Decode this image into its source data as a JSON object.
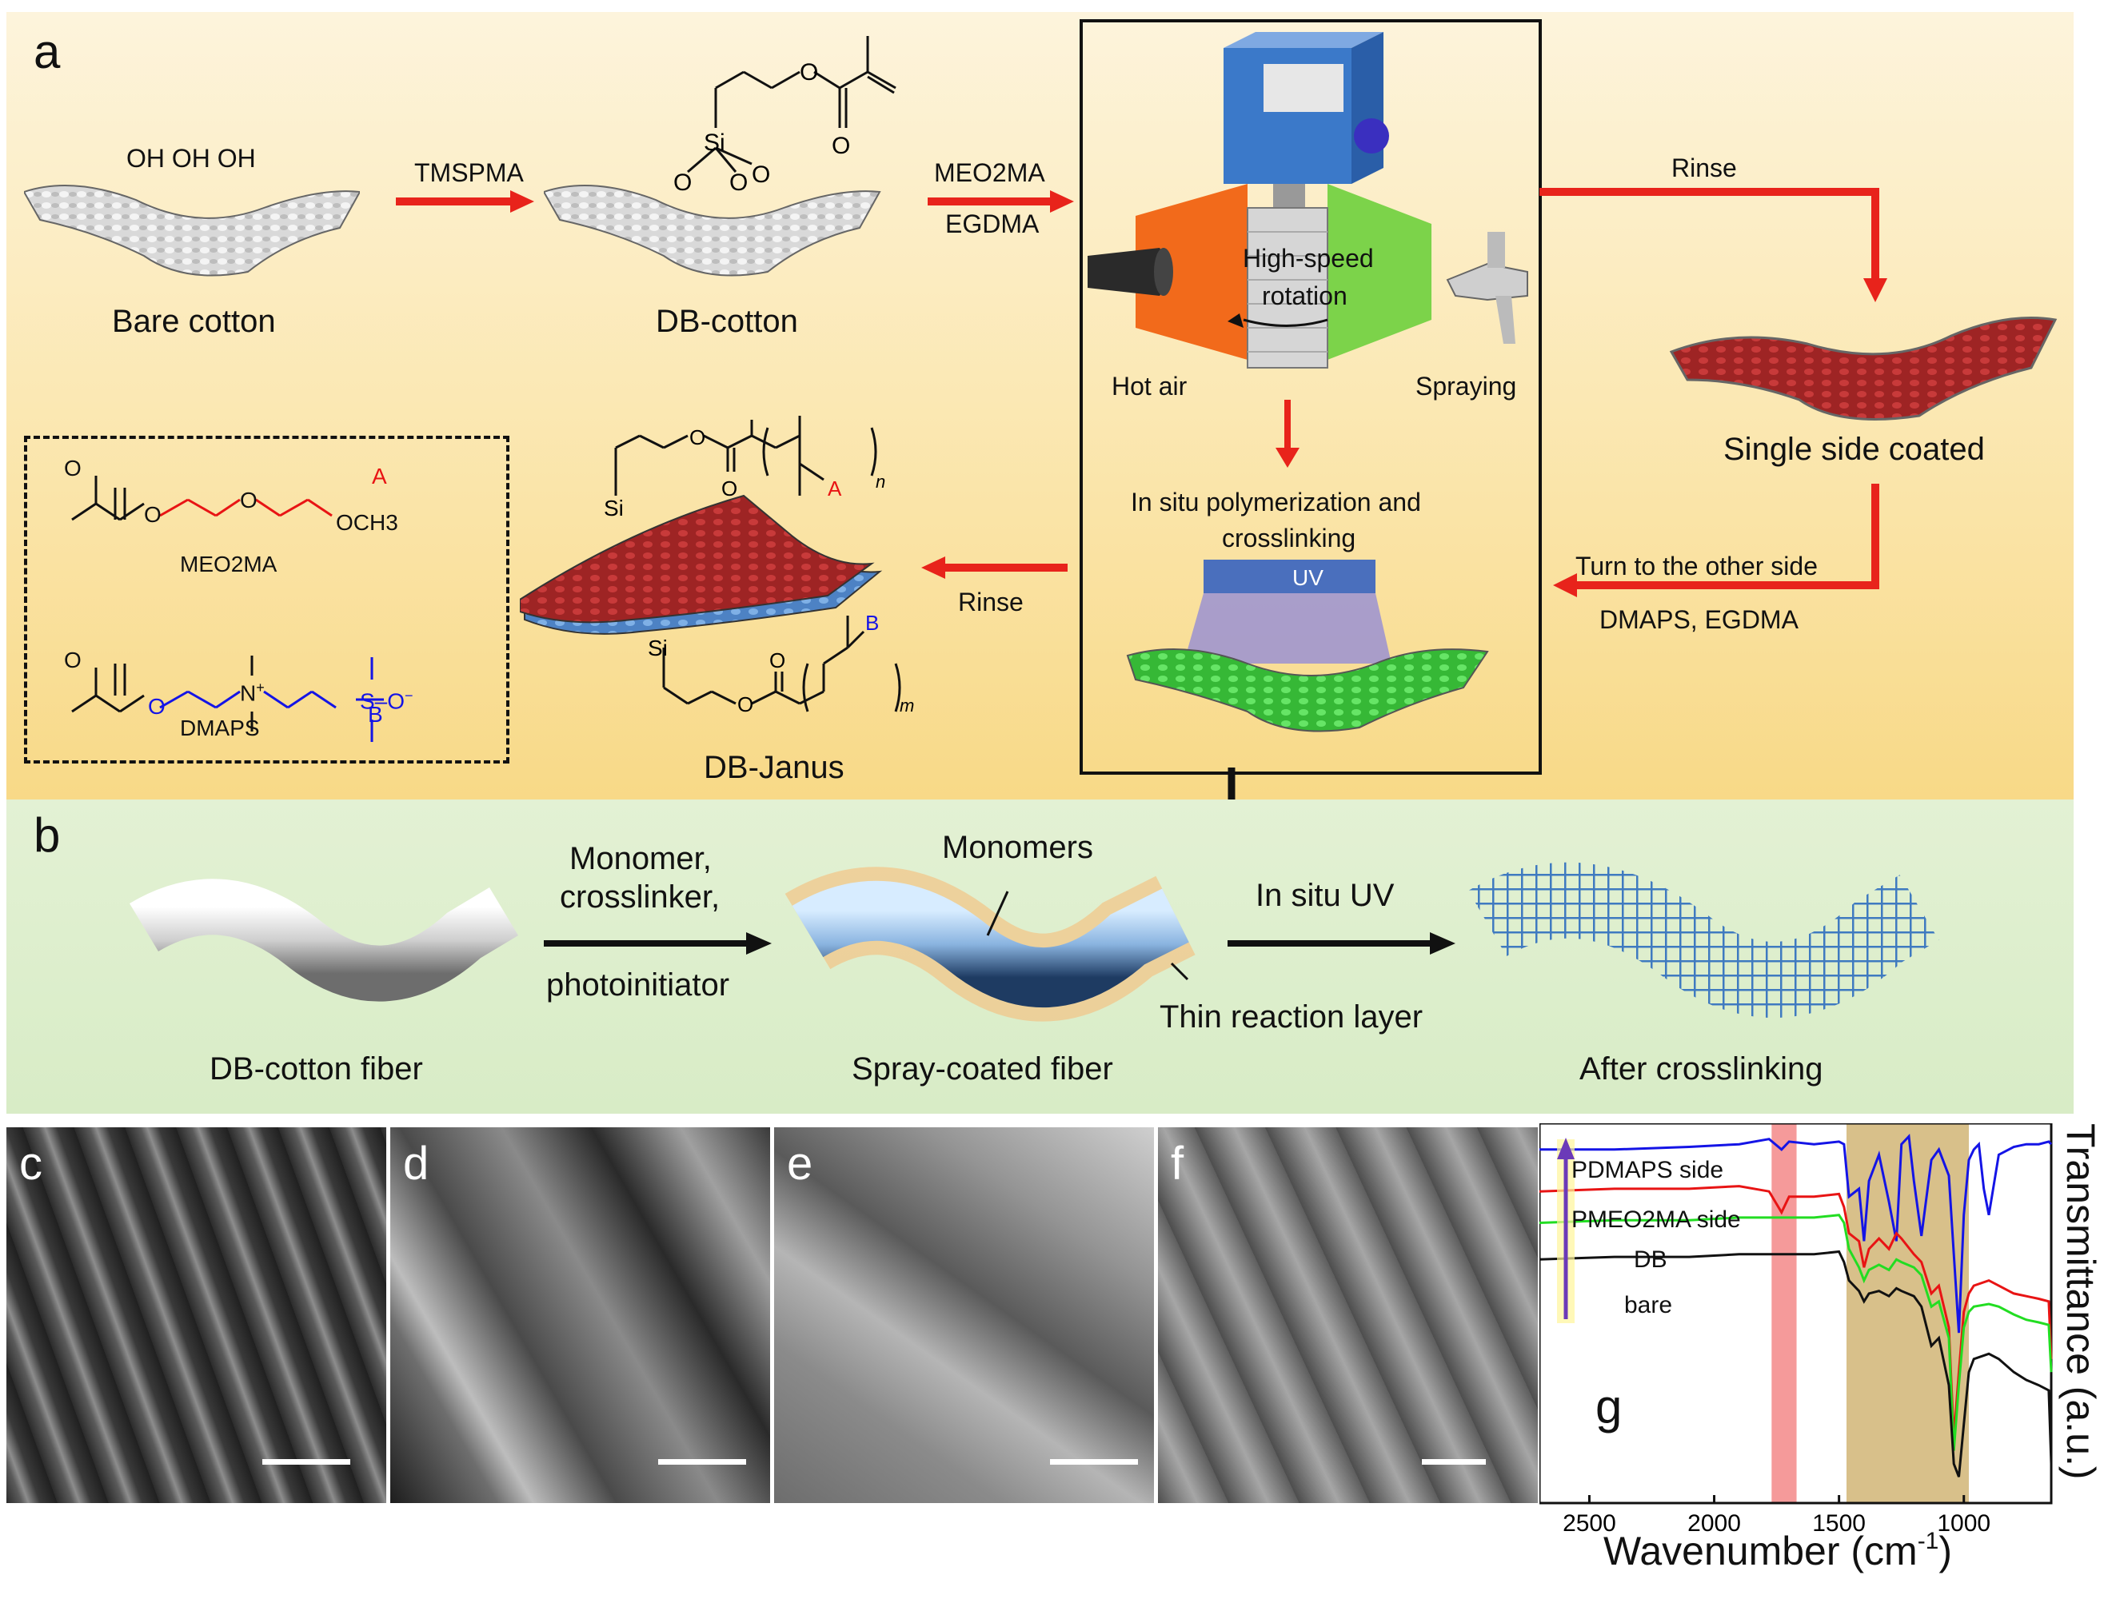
{
  "panel_a": {
    "letter": "a",
    "label_bare_cotton": "Bare cotton",
    "label_db_cotton": "DB-cotton",
    "label_db_janus": "DB-Janus",
    "label_single_side": "Single side coated",
    "oh_groups": "OH OH OH",
    "arrow_tmspma": "TMSPMA",
    "arrow_meo2ma": "MEO2MA",
    "arrow_egdma": "EGDMA",
    "arrow_rinse_top": "Rinse",
    "arrow_rinse_bottom": "Rinse",
    "arrow_turn": "Turn to the other side",
    "arrow_dmaps_egdma": "DMAPS, EGDMA",
    "process": {
      "high_speed": "High-speed",
      "rotation": "rotation",
      "hot_air": "Hot air",
      "spraying": "Spraying",
      "insitu_line1": "In situ polymerization and",
      "insitu_line2": "crosslinking",
      "uv": "UV"
    },
    "legend": {
      "meo2ma": "MEO2MA",
      "dmaps": "DMAPS",
      "label_a": "A",
      "label_b": "B",
      "och3": "OCH3"
    },
    "chem": {
      "si": "Si",
      "o": "O",
      "n_sub": "n",
      "m_sub": "m",
      "a": "A",
      "b": "B"
    }
  },
  "panel_b": {
    "letter": "b",
    "label_db_fiber": "DB-cotton fiber",
    "label_spray_fiber": "Spray-coated fiber",
    "label_after": "After crosslinking",
    "arrow1_line1": "Monomer,",
    "arrow1_line2": "crosslinker,",
    "arrow1_line3": "photoinitiator",
    "monomers": "Monomers",
    "thin_layer": "Thin reaction layer",
    "arrow2": "In situ UV"
  },
  "sem_panels": [
    "c",
    "d",
    "e",
    "f"
  ],
  "colors": {
    "arrow_red": "#e8231b",
    "fabric_red": "#b02a2a",
    "fabric_blue": "#5b8fc9",
    "fabric_green": "#4fd14f",
    "line_blue": "#1414e6",
    "line_red": "#e81414",
    "line_green": "#22dd22",
    "line_black": "#111111"
  },
  "chart_data": {
    "type": "line",
    "panel_letter": "g",
    "xlabel": "Wavenumber (cm",
    "xlabel_sup": "-1",
    "xlabel_close": ")",
    "ylabel": "Transmittance (a.u.)",
    "xlim": [
      2700,
      650
    ],
    "x_reversed": true,
    "xticks": [
      2500,
      2000,
      1500,
      1000
    ],
    "yticks": [],
    "highlight_bands": [
      {
        "from": 1770,
        "to": 1670,
        "color": "#f59a9a"
      },
      {
        "from": 1470,
        "to": 980,
        "color": "#d8c08a"
      }
    ],
    "series": [
      {
        "name": "PDMAPS side",
        "color": "#1414e6",
        "x": [
          2700,
          2400,
          2100,
          1900,
          1780,
          1730,
          1700,
          1600,
          1500,
          1480,
          1460,
          1420,
          1400,
          1380,
          1340,
          1300,
          1270,
          1250,
          1220,
          1200,
          1170,
          1130,
          1100,
          1060,
          1040,
          1020,
          1000,
          980,
          960,
          940,
          920,
          900,
          860,
          800,
          750,
          700,
          660,
          650
        ],
        "y": [
          0.9,
          0.9,
          0.91,
          0.92,
          0.94,
          0.9,
          0.93,
          0.92,
          0.93,
          0.92,
          0.72,
          0.75,
          0.55,
          0.78,
          0.88,
          0.7,
          0.55,
          0.92,
          0.95,
          0.78,
          0.57,
          0.86,
          0.9,
          0.8,
          0.5,
          0.2,
          0.65,
          0.86,
          0.9,
          0.92,
          0.75,
          0.65,
          0.88,
          0.91,
          0.92,
          0.92,
          0.93,
          0.92
        ]
      },
      {
        "name": "PMEO2MA side",
        "color": "#e81414",
        "x": [
          2700,
          2400,
          2100,
          1900,
          1780,
          1730,
          1700,
          1600,
          1500,
          1480,
          1460,
          1420,
          1400,
          1380,
          1340,
          1300,
          1270,
          1250,
          1200,
          1170,
          1130,
          1100,
          1060,
          1040,
          1020,
          1000,
          980,
          960,
          900,
          860,
          800,
          750,
          700,
          660,
          650
        ],
        "y": [
          0.74,
          0.75,
          0.75,
          0.76,
          0.74,
          0.66,
          0.72,
          0.72,
          0.73,
          0.68,
          0.58,
          0.55,
          0.45,
          0.52,
          0.56,
          0.52,
          0.58,
          0.56,
          0.5,
          0.47,
          0.35,
          0.38,
          0.22,
          -0.2,
          0.05,
          0.28,
          0.35,
          0.38,
          0.4,
          0.38,
          0.35,
          0.34,
          0.33,
          0.32,
          0.1
        ]
      },
      {
        "name": "DB",
        "color": "#22dd22",
        "x": [
          2700,
          2400,
          2100,
          1900,
          1780,
          1700,
          1600,
          1500,
          1480,
          1460,
          1420,
          1400,
          1380,
          1340,
          1300,
          1270,
          1250,
          1200,
          1170,
          1130,
          1100,
          1060,
          1040,
          1020,
          1000,
          980,
          960,
          900,
          860,
          800,
          750,
          700,
          660,
          650
        ],
        "y": [
          0.62,
          0.63,
          0.63,
          0.64,
          0.64,
          0.64,
          0.64,
          0.65,
          0.62,
          0.52,
          0.45,
          0.4,
          0.44,
          0.46,
          0.44,
          0.48,
          0.47,
          0.45,
          0.42,
          0.3,
          0.32,
          0.18,
          -0.25,
          0.0,
          0.22,
          0.28,
          0.3,
          0.31,
          0.3,
          0.27,
          0.25,
          0.24,
          0.23,
          0.05
        ]
      },
      {
        "name": "bare",
        "color": "#111111",
        "x": [
          2700,
          2400,
          2100,
          1900,
          1780,
          1700,
          1600,
          1500,
          1480,
          1460,
          1420,
          1400,
          1380,
          1340,
          1300,
          1270,
          1250,
          1200,
          1170,
          1130,
          1100,
          1060,
          1040,
          1020,
          1000,
          980,
          960,
          900,
          860,
          800,
          750,
          700,
          660,
          650
        ],
        "y": [
          0.48,
          0.49,
          0.49,
          0.5,
          0.5,
          0.5,
          0.5,
          0.51,
          0.47,
          0.4,
          0.36,
          0.32,
          0.35,
          0.36,
          0.34,
          0.37,
          0.36,
          0.34,
          0.3,
          0.15,
          0.18,
          0.0,
          -0.3,
          -0.35,
          -0.15,
          0.05,
          0.1,
          0.12,
          0.1,
          0.05,
          0.02,
          0.0,
          -0.02,
          -0.3
        ]
      }
    ]
  }
}
